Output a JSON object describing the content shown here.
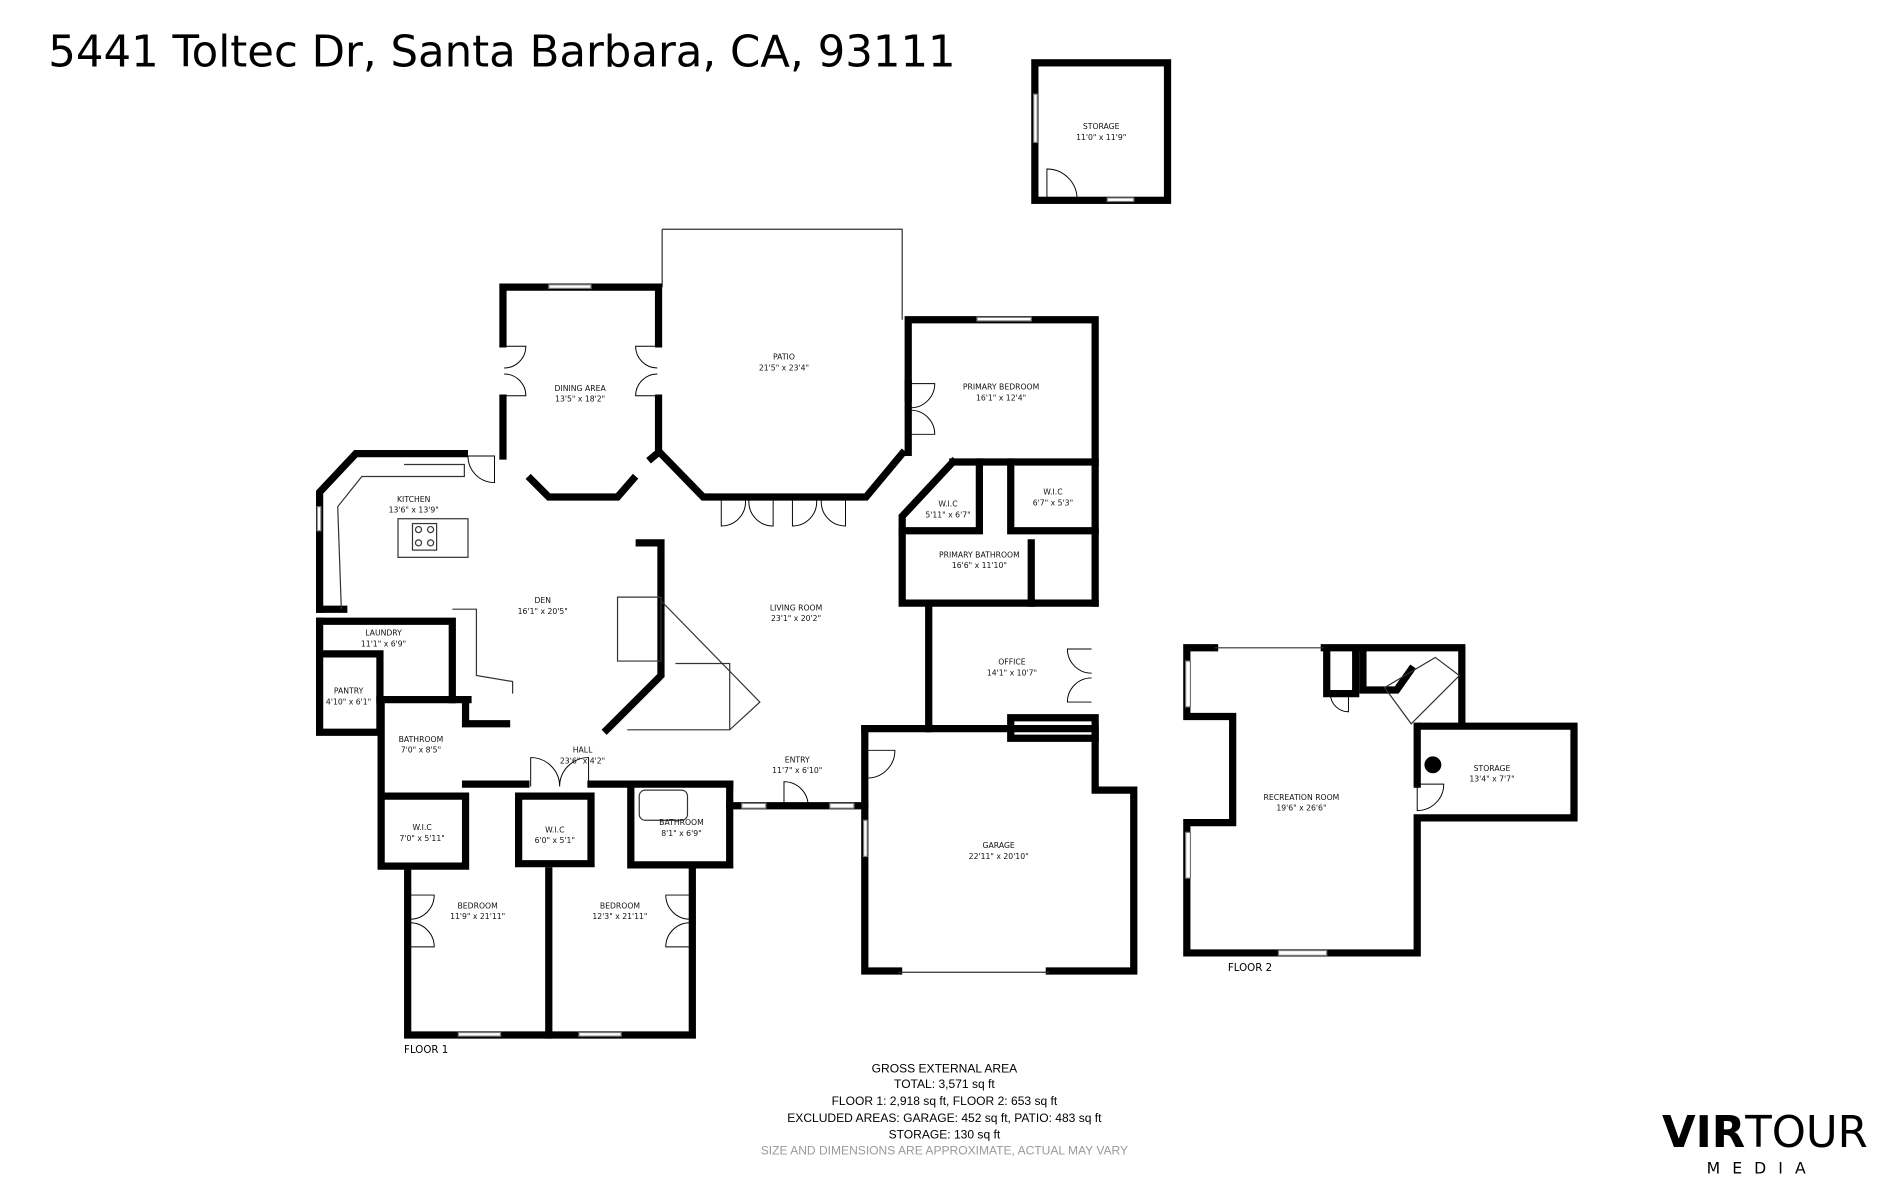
{
  "title": "5441 Toltec Dr, Santa Barbara, CA, 93111",
  "storage_outbuilding": {
    "name": "STORAGE",
    "dims": "11'0\" x 11'9\""
  },
  "floor1": {
    "label": "FLOOR 1",
    "rooms": {
      "dining": {
        "name": "DINING AREA",
        "dims": "13'5\" x 18'2\""
      },
      "patio": {
        "name": "PATIO",
        "dims": "21'5\" x 23'4\""
      },
      "primary_bedroom": {
        "name": "PRIMARY BEDROOM",
        "dims": "16'1\" x 12'4\""
      },
      "kitchen": {
        "name": "KITCHEN",
        "dims": "13'6\" x 13'9\""
      },
      "wic_primary_1": {
        "name": "W.I.C",
        "dims": "5'11\" x 6'7\""
      },
      "wic_primary_2": {
        "name": "W.I.C",
        "dims": "6'7\" x 5'3\""
      },
      "primary_bathroom": {
        "name": "PRIMARY BATHROOM",
        "dims": "16'6\" x 11'10\""
      },
      "den": {
        "name": "DEN",
        "dims": "16'1\" x 20'5\""
      },
      "living_room": {
        "name": "LIVING ROOM",
        "dims": "23'1\" x 20'2\""
      },
      "laundry": {
        "name": "LAUNDRY",
        "dims": "11'1\" x 6'9\""
      },
      "pantry": {
        "name": "PANTRY",
        "dims": "4'10\" x 6'1\""
      },
      "office": {
        "name": "OFFICE",
        "dims": "14'1\" x 10'7\""
      },
      "bathroom_1": {
        "name": "BATHROOM",
        "dims": "7'0\" x 8'5\""
      },
      "hall": {
        "name": "HALL",
        "dims": "23'6\" x 4'2\""
      },
      "entry": {
        "name": "ENTRY",
        "dims": "11'7\" x 6'10\""
      },
      "wic_1": {
        "name": "W.I.C",
        "dims": "7'0\" x 5'11\""
      },
      "wic_2": {
        "name": "W.I.C",
        "dims": "6'0\" x 5'1\""
      },
      "bathroom_2": {
        "name": "BATHROOM",
        "dims": "8'1\" x 6'9\""
      },
      "garage": {
        "name": "GARAGE",
        "dims": "22'11\" x 20'10\""
      },
      "bedroom_1": {
        "name": "BEDROOM",
        "dims": "11'9\" x 21'11\""
      },
      "bedroom_2": {
        "name": "BEDROOM",
        "dims": "12'3\" x 21'11\""
      }
    }
  },
  "floor2": {
    "label": "FLOOR 2",
    "rooms": {
      "recreation": {
        "name": "RECREATION ROOM",
        "dims": "19'6\" x 26'6\""
      },
      "storage": {
        "name": "STORAGE",
        "dims": "13'4\" x 7'7\""
      }
    }
  },
  "area_summary": {
    "heading": "GROSS EXTERNAL AREA",
    "total": "TOTAL: 3,571 sq ft",
    "floors": "FLOOR 1: 2,918 sq ft, FLOOR 2: 653 sq ft",
    "excluded": "EXCLUDED AREAS: GARAGE: 452 sq ft, PATIO: 483 sq ft",
    "storage": "STORAGE: 130 sq ft",
    "disclaimer": "SIZE AND DIMENSIONS ARE APPROXIMATE, ACTUAL MAY VARY"
  },
  "logo": {
    "bold": "VIR",
    "regular": "TOUR",
    "sub": "MEDIA"
  }
}
